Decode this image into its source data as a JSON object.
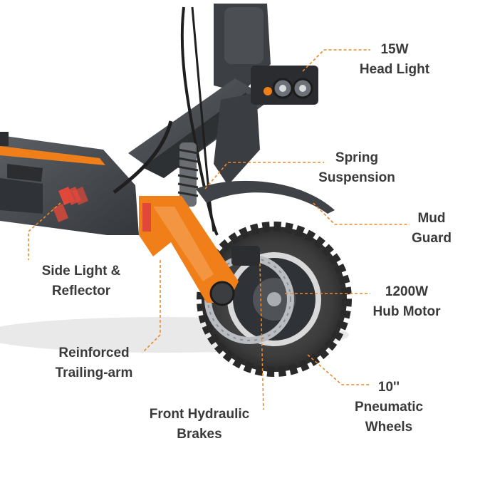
{
  "colors": {
    "label_text": "#3a3a3a",
    "callout_line": "#e8892a",
    "accent_orange": "#f07f1a",
    "tire": "#3b3b3b",
    "frame": "#4a4d52"
  },
  "callouts": {
    "head_light": {
      "line1": "15W",
      "line2": "Head Light"
    },
    "spring_suspension": {
      "line1": "Spring",
      "line2": "Suspension"
    },
    "mud_guard": {
      "line1": "Mud",
      "line2": "Guard"
    },
    "side_light": {
      "line1": "Side Light &",
      "line2": "Reflector"
    },
    "hub_motor": {
      "line1": "1200W",
      "line2": "Hub Motor"
    },
    "trailing_arm": {
      "line1": "Reinforced",
      "line2": "Trailing-arm"
    },
    "wheels": {
      "line1": "10''",
      "line2": "Pneumatic",
      "line3": "Wheels"
    },
    "brakes": {
      "line1": "Front Hydraulic",
      "line2": "Brakes"
    }
  }
}
